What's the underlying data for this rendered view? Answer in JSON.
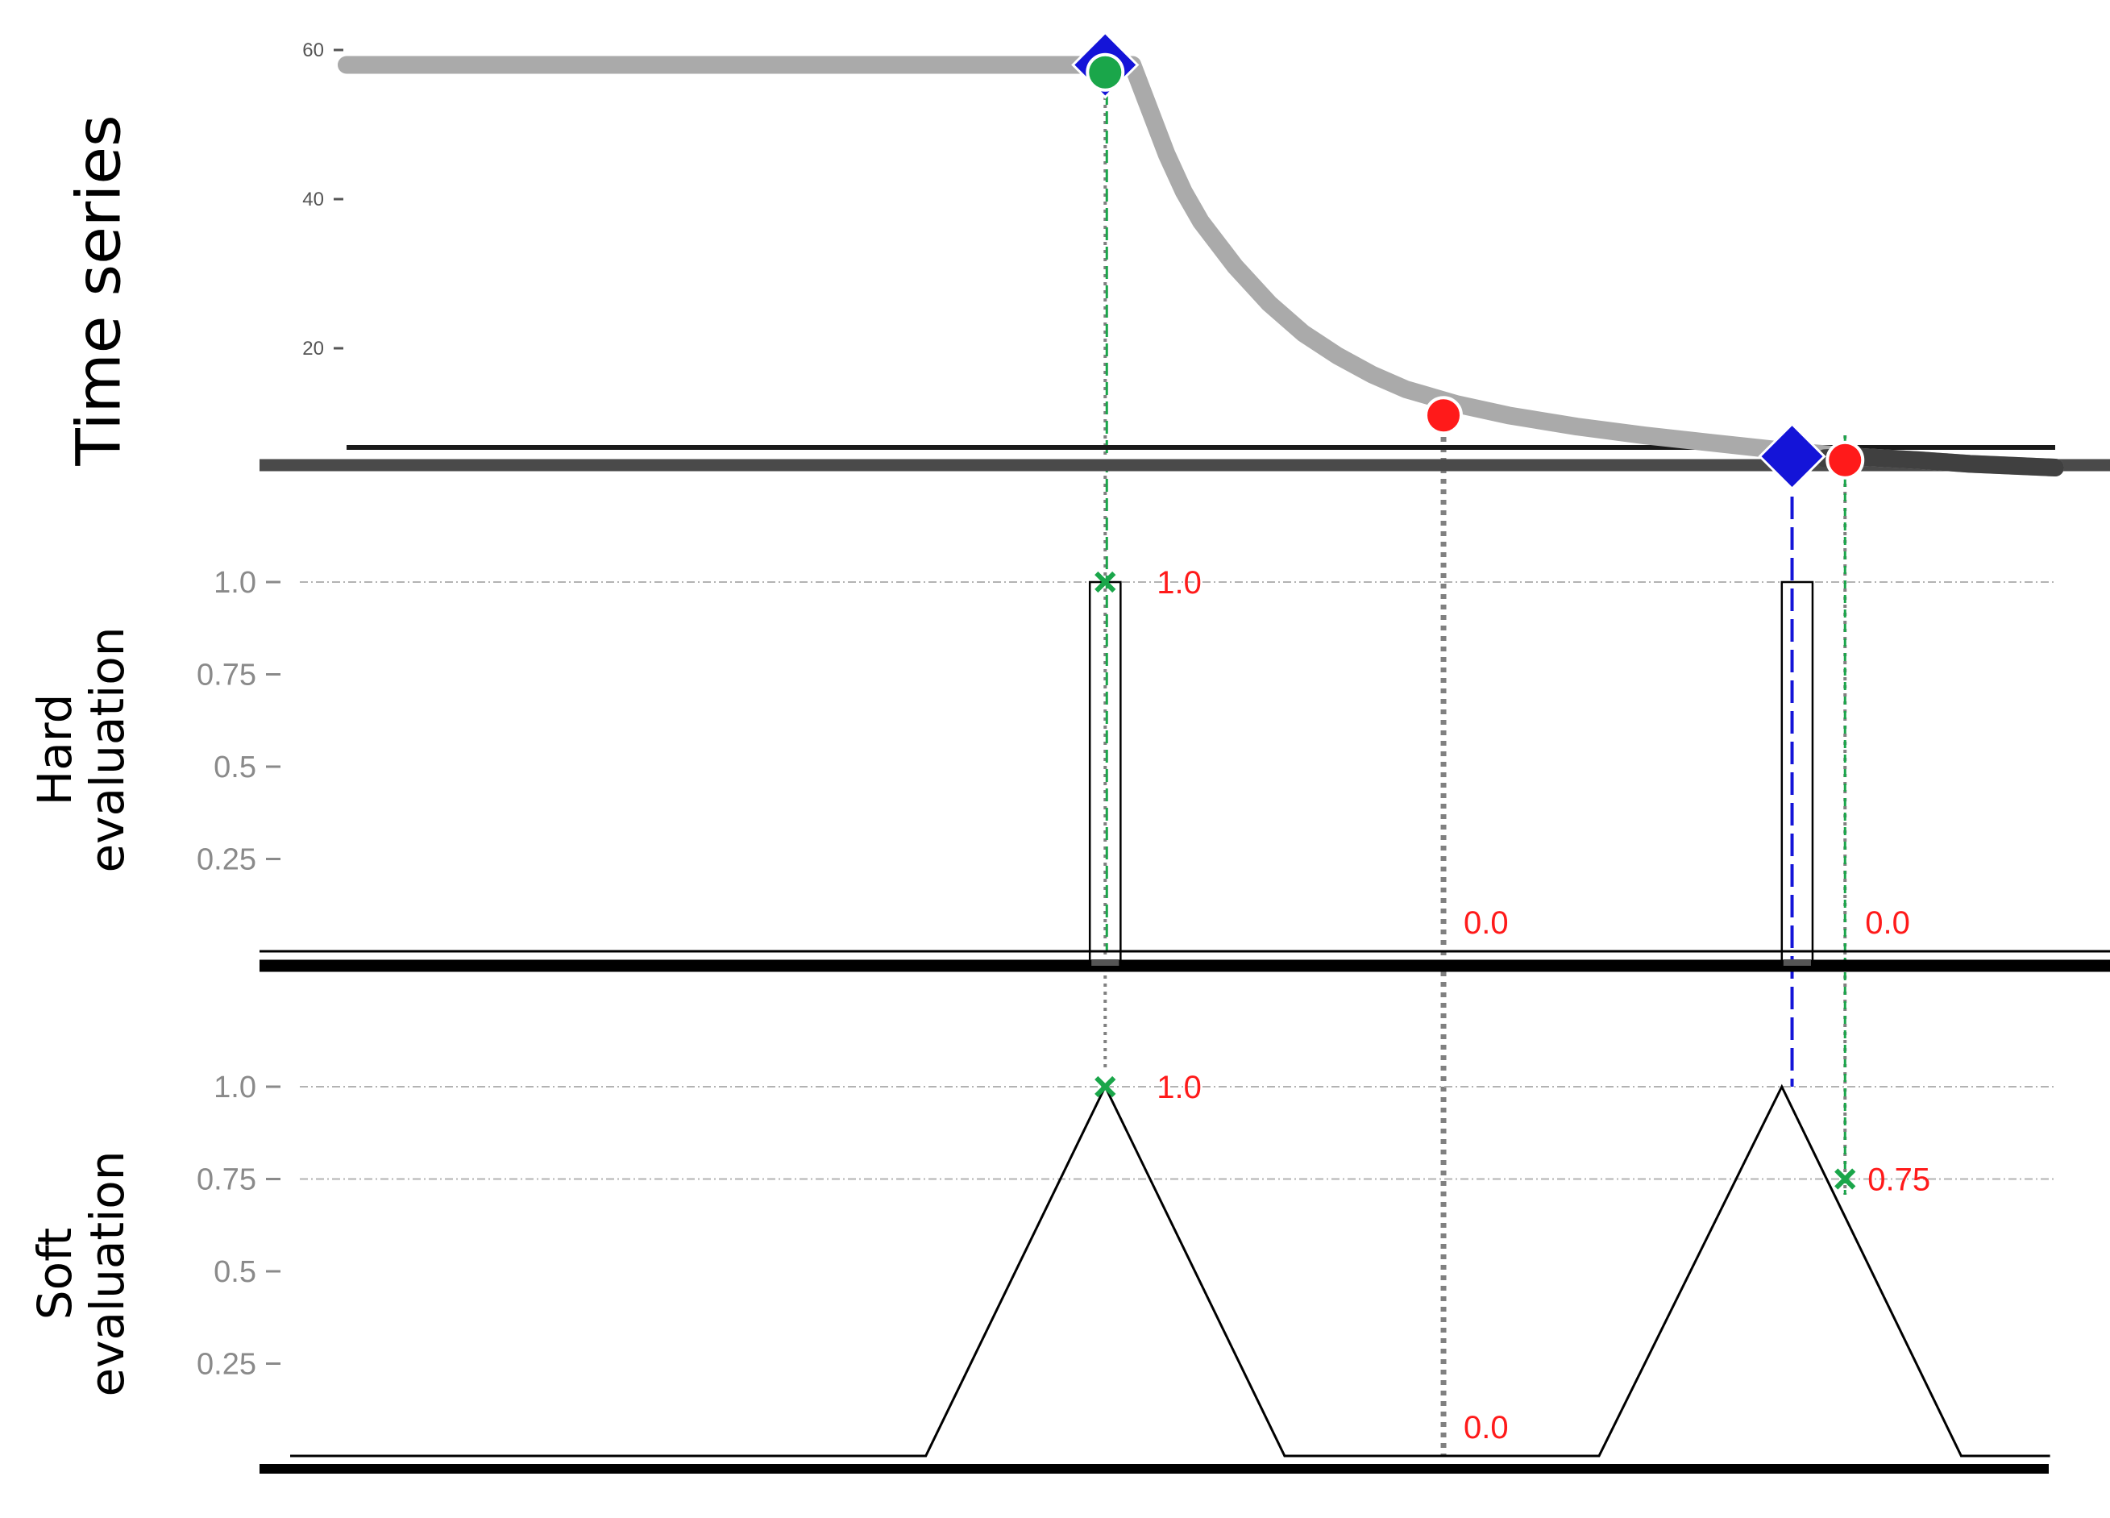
{
  "chart_data": [
    {
      "type": "line",
      "panel_label": "Time series",
      "y_ticks": [
        20,
        40,
        60
      ],
      "ylim": [
        -9,
        62
      ],
      "xlim": [
        0,
        100
      ],
      "series": [
        {
          "x": [
            0,
            5,
            10,
            15,
            20,
            25,
            30,
            35,
            40,
            44,
            46,
            47,
            48,
            49,
            50,
            52,
            54,
            56,
            58,
            60,
            62,
            65,
            68,
            72,
            76,
            80,
            84,
            88,
            92,
            95,
            100
          ],
          "y": [
            58,
            58,
            58,
            58,
            58,
            58,
            58,
            58,
            58,
            58,
            58,
            52,
            46,
            41,
            37,
            31,
            26,
            22,
            19,
            16.5,
            14.5,
            12.5,
            11,
            9.5,
            8.3,
            7.3,
            6.3,
            5.5,
            5,
            4.5,
            4
          ]
        }
      ],
      "boundary_marks": [
        {
          "shape": "diamond",
          "color": "#1414d8",
          "x": 44.4,
          "y": 58
        },
        {
          "shape": "diamond",
          "color": "#1414d8",
          "x": 84.6,
          "y": 5.5
        }
      ],
      "detection_marks": [
        {
          "shape": "circle",
          "color": "#1aa64a",
          "x": 44.4,
          "y": 57
        },
        {
          "shape": "circle",
          "color": "#ff1a1a",
          "x": 64.2,
          "y": 11
        },
        {
          "shape": "circle",
          "color": "#ff1a1a",
          "x": 87.7,
          "y": 5
        }
      ]
    },
    {
      "type": "bar",
      "panel_label": "Hard\nevaluation",
      "y_ticks": [
        0.25,
        0.5,
        0.75,
        1.0
      ],
      "y_tick_labels": [
        "0.25",
        "0.5",
        "0.75",
        "1.0"
      ],
      "ylim": [
        0,
        1
      ],
      "bars": [
        {
          "x_start": 43.5,
          "x_end": 45.3,
          "value": 1.0
        },
        {
          "x_start": 84.0,
          "x_end": 85.8,
          "value": 1.0
        }
      ],
      "scores": [
        {
          "x": 44.4,
          "value": 1.0,
          "label": "1.0",
          "marked": true
        },
        {
          "x": 64.2,
          "value": 0.0,
          "label": "0.0",
          "marked": false
        },
        {
          "x": 87.7,
          "value": 0.0,
          "label": "0.0",
          "marked": false
        }
      ],
      "reference_lines": [
        1.0
      ]
    },
    {
      "type": "line",
      "panel_label": "Soft\nevaluation",
      "y_ticks": [
        0.25,
        0.5,
        0.75,
        1.0
      ],
      "y_tick_labels": [
        "0.25",
        "0.5",
        "0.75",
        "1.0"
      ],
      "ylim": [
        0,
        1
      ],
      "series": [
        {
          "x": [
            -3.3,
            33.9,
            44.4,
            54.9,
            73.3,
            84.0,
            94.5,
            99.7
          ],
          "y": [
            0,
            0,
            1,
            0,
            0,
            1,
            0,
            0
          ]
        }
      ],
      "scores": [
        {
          "x": 44.4,
          "value": 1.0,
          "label": "1.0",
          "marked": true
        },
        {
          "x": 64.2,
          "value": 0.0,
          "label": "0.0",
          "marked": false
        },
        {
          "x": 87.7,
          "value": 0.75,
          "label": "0.75",
          "marked": true
        }
      ],
      "reference_lines": [
        1.0,
        0.75
      ]
    }
  ],
  "colors": {
    "series": "#aaaaaa",
    "series_tail": "#404040",
    "boundary": "#1414d8",
    "detection_hit": "#1aa64a",
    "detection_miss": "#ff1a1a",
    "score_text": "#ff1a1a",
    "connector_gray": "#808080",
    "reference_line": "#b3b3b3",
    "axis": "#000000"
  }
}
